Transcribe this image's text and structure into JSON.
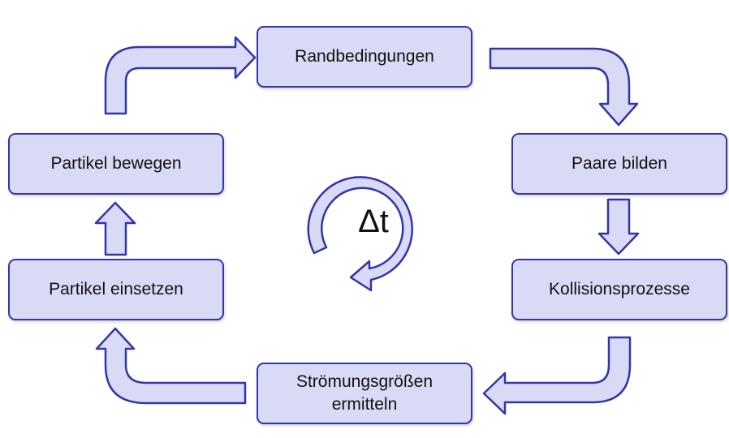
{
  "steps": {
    "randbedingungen": "Randbedingungen",
    "paare_bilden": "Paare bilden",
    "kollisionsprozesse": "Kollisionsprozesse",
    "stroemungsgroessen_line1": "Strömungsgrößen",
    "stroemungsgroessen_line2": "ermitteln",
    "partikel_einsetzen": "Partikel einsetzen",
    "partikel_bewegen": "Partikel bewegen"
  },
  "center": {
    "symbol": "Δt"
  },
  "colors": {
    "box_fill": "#d8daf6",
    "stroke": "#3236a6",
    "text": "#111111"
  }
}
